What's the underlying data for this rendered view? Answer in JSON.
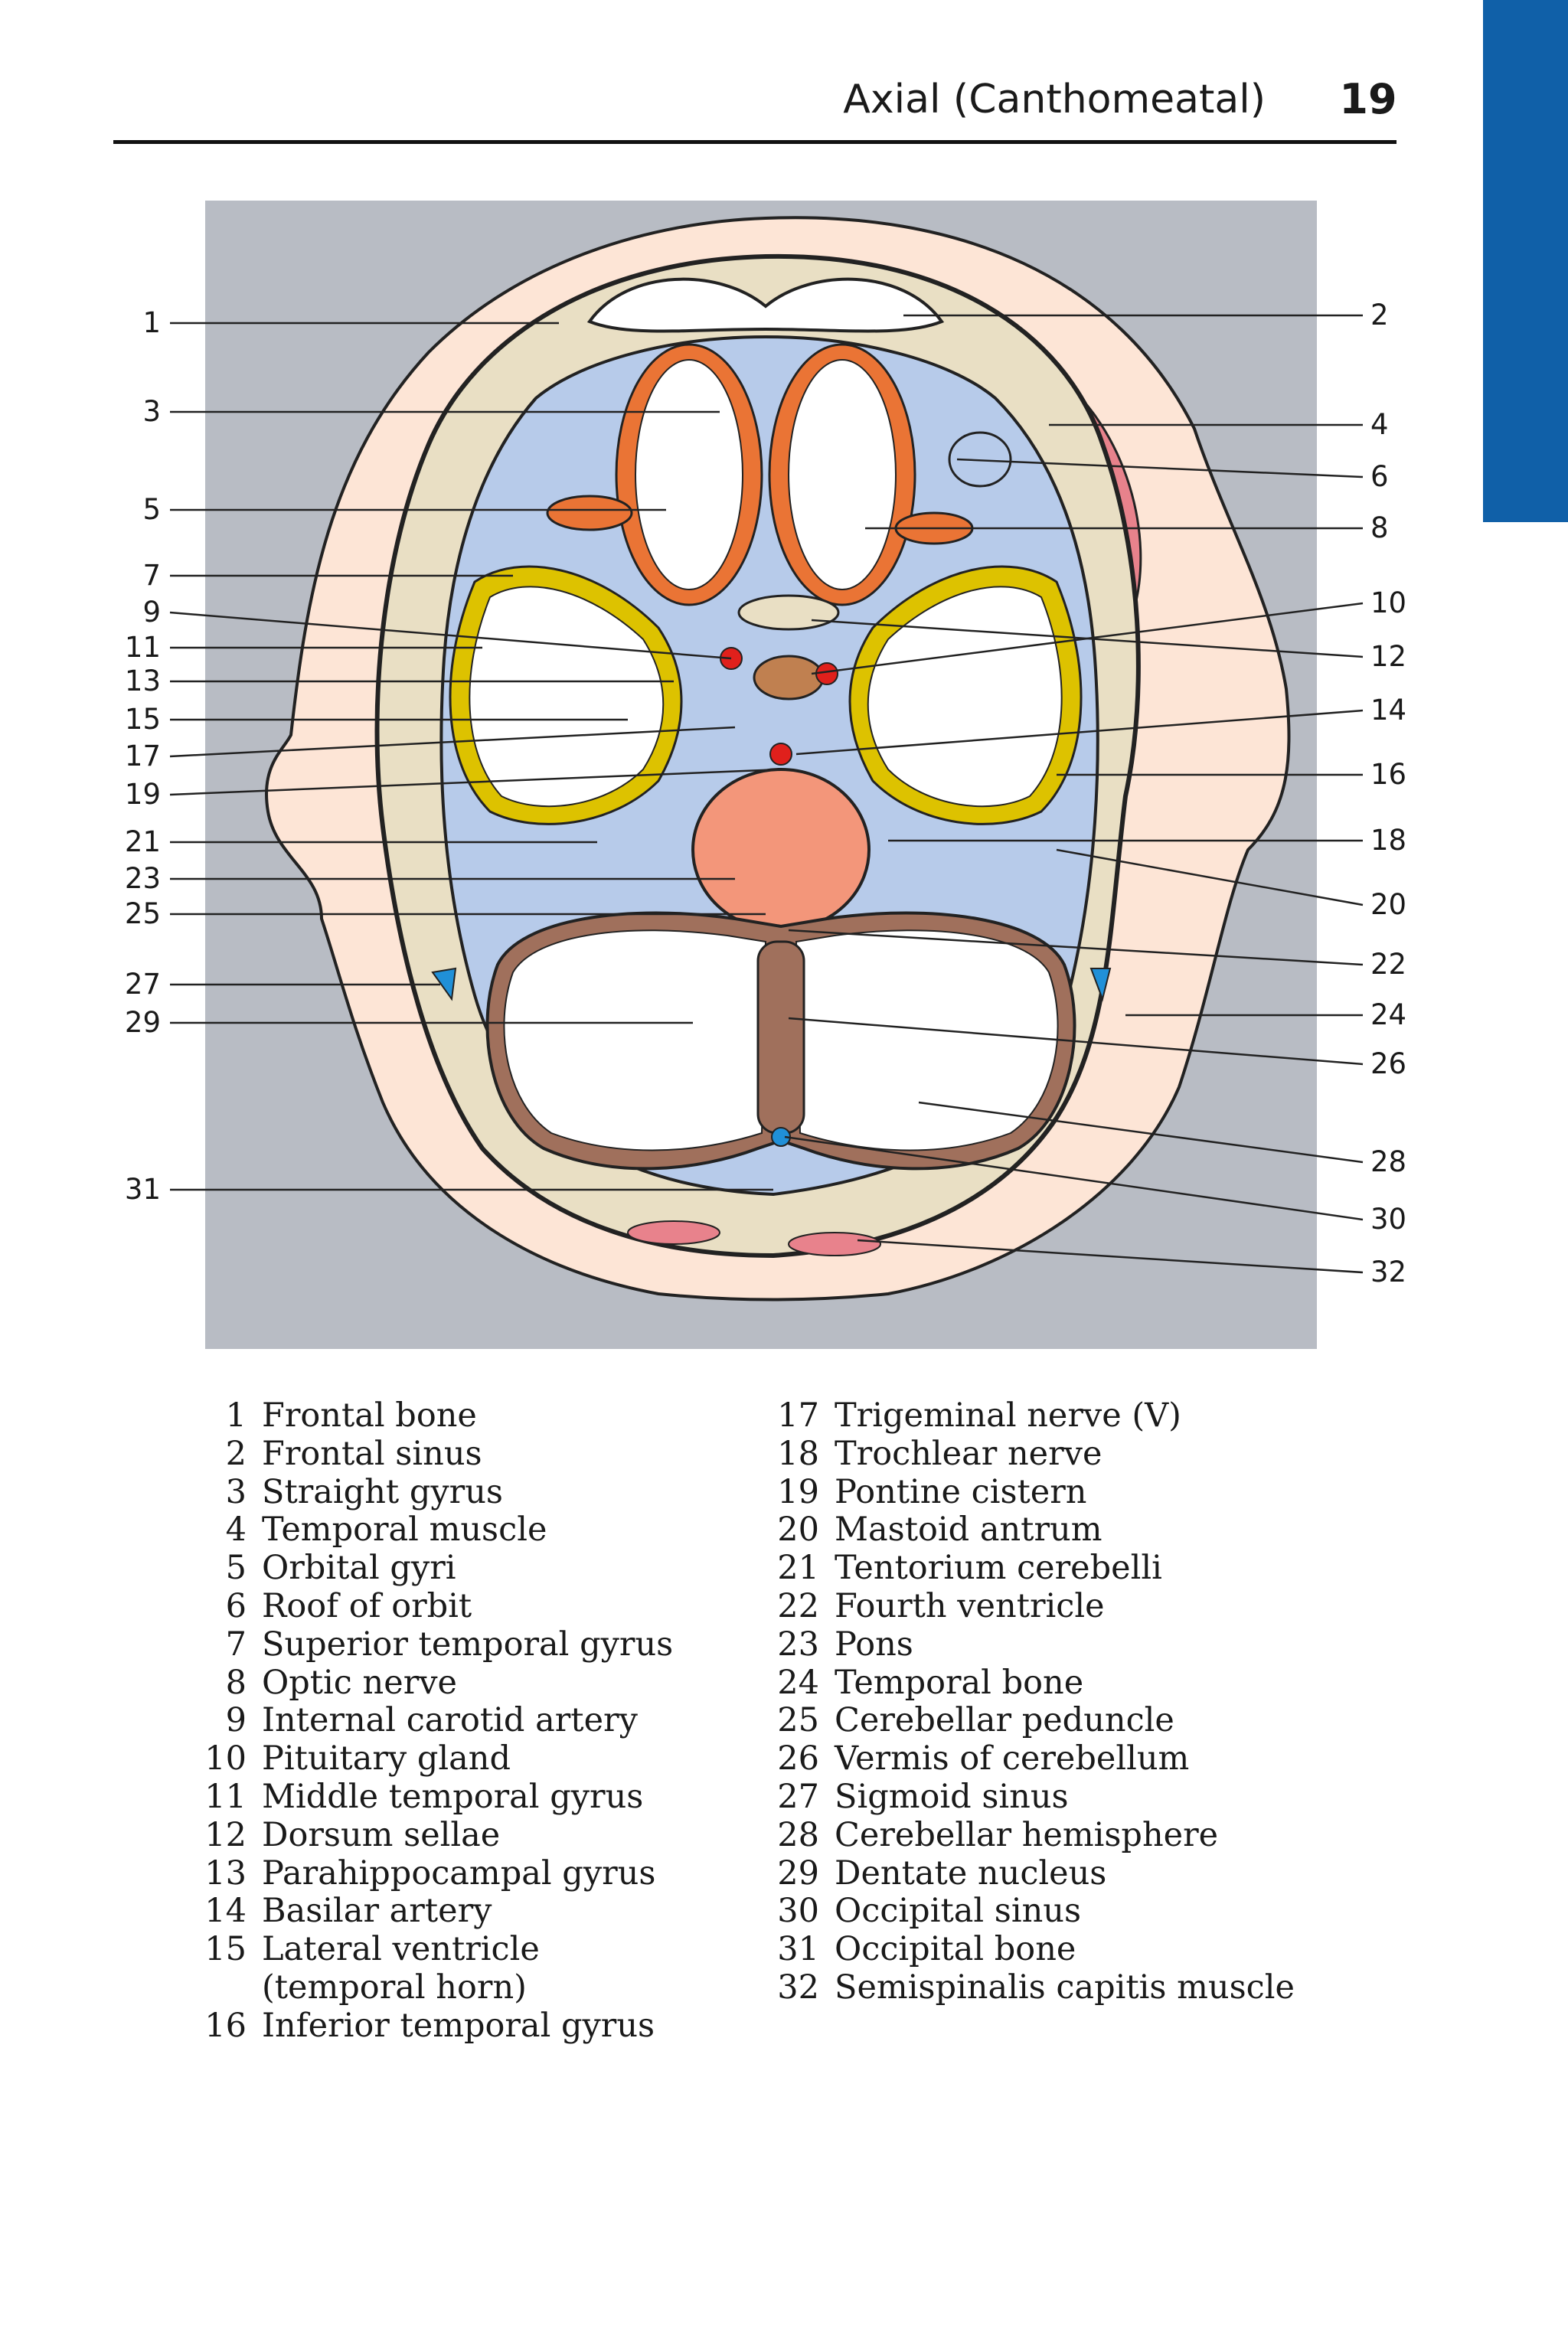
{
  "header": {
    "title": "Axial (Canthomeatal)",
    "page_number": "19"
  },
  "colors": {
    "tab": "#1060a8",
    "background_gray": "#b8bcc4",
    "skin": "#fde5d6",
    "bone": "#e9dfc4",
    "csf": "#b7cbea",
    "white_matter": "#ffffff",
    "gray_matter_frontal": "#ea7435",
    "gray_matter_temporal": "#ddc200",
    "cerebellum_cortex": "#a0705c",
    "pons": "#f3967a",
    "artery": "#e0201c",
    "sinus": "#2090d8",
    "muscle": "#e8828c"
  },
  "callouts_left": [
    "1",
    "3",
    "5",
    "7",
    "9",
    "11",
    "13",
    "15",
    "17",
    "19",
    "21",
    "23",
    "25",
    "27",
    "29",
    "31"
  ],
  "callouts_right": [
    "2",
    "4",
    "6",
    "8",
    "10",
    "12",
    "14",
    "16",
    "18",
    "20",
    "22",
    "24",
    "26",
    "28",
    "30",
    "32"
  ],
  "legend": [
    {
      "num": "1",
      "text": "Frontal bone"
    },
    {
      "num": "2",
      "text": "Frontal sinus"
    },
    {
      "num": "3",
      "text": "Straight gyrus"
    },
    {
      "num": "4",
      "text": "Temporal muscle"
    },
    {
      "num": "5",
      "text": "Orbital gyri"
    },
    {
      "num": "6",
      "text": "Roof of orbit"
    },
    {
      "num": "7",
      "text": "Superior temporal gyrus"
    },
    {
      "num": "8",
      "text": "Optic nerve"
    },
    {
      "num": "9",
      "text": "Internal carotid artery"
    },
    {
      "num": "10",
      "text": "Pituitary gland"
    },
    {
      "num": "11",
      "text": "Middle temporal gyrus"
    },
    {
      "num": "12",
      "text": "Dorsum sellae"
    },
    {
      "num": "13",
      "text": "Parahippocampal gyrus"
    },
    {
      "num": "14",
      "text": "Basilar artery"
    },
    {
      "num": "15",
      "text": "Lateral ventricle (temporal horn)"
    },
    {
      "num": "16",
      "text": "Inferior temporal gyrus"
    },
    {
      "num": "17",
      "text": "Trigeminal nerve (V)"
    },
    {
      "num": "18",
      "text": "Trochlear nerve"
    },
    {
      "num": "19",
      "text": "Pontine cistern"
    },
    {
      "num": "20",
      "text": "Mastoid antrum"
    },
    {
      "num": "21",
      "text": "Tentorium cerebelli"
    },
    {
      "num": "22",
      "text": "Fourth ventricle"
    },
    {
      "num": "23",
      "text": "Pons"
    },
    {
      "num": "24",
      "text": "Temporal bone"
    },
    {
      "num": "25",
      "text": "Cerebellar peduncle"
    },
    {
      "num": "26",
      "text": "Vermis of cerebellum"
    },
    {
      "num": "27",
      "text": "Sigmoid sinus"
    },
    {
      "num": "28",
      "text": "Cerebellar hemisphere"
    },
    {
      "num": "29",
      "text": "Dentate nucleus"
    },
    {
      "num": "30",
      "text": "Occipital sinus"
    },
    {
      "num": "31",
      "text": "Occipital bone"
    },
    {
      "num": "32",
      "text": "Semispinalis capitis muscle"
    }
  ]
}
